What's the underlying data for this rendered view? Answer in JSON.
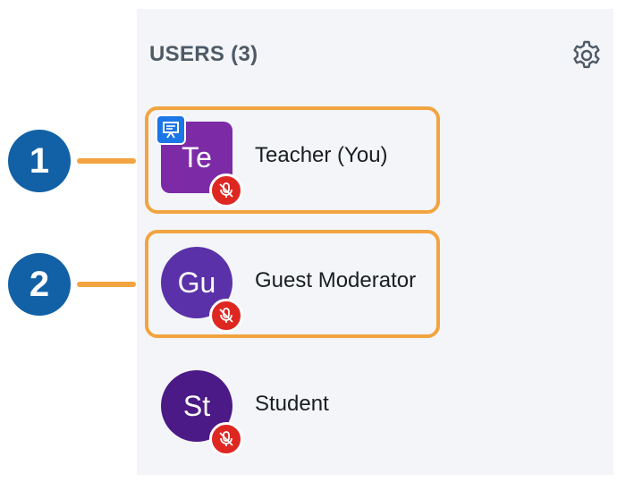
{
  "panel": {
    "title": "USERS (3)",
    "settings_icon": "gear-icon"
  },
  "users": [
    {
      "initials": "Te",
      "name": "Teacher (You)",
      "avatar_color": "#7d2aa7",
      "avatar_shape": "square",
      "presenter": true,
      "muted": true
    },
    {
      "initials": "Gu",
      "name": "Guest Moderator",
      "avatar_color": "#5a31a8",
      "avatar_shape": "round",
      "presenter": false,
      "muted": true
    },
    {
      "initials": "St",
      "name": "Student",
      "avatar_color": "#4b1a86",
      "avatar_shape": "round",
      "presenter": false,
      "muted": true
    }
  ],
  "callouts": [
    {
      "number": "1"
    },
    {
      "number": "2"
    }
  ],
  "colors": {
    "highlight": "#f2a440",
    "callout": "#1261a6",
    "mute": "#df2721",
    "presenter": "#1b76e6",
    "panel_bg": "#f3f5f8"
  }
}
